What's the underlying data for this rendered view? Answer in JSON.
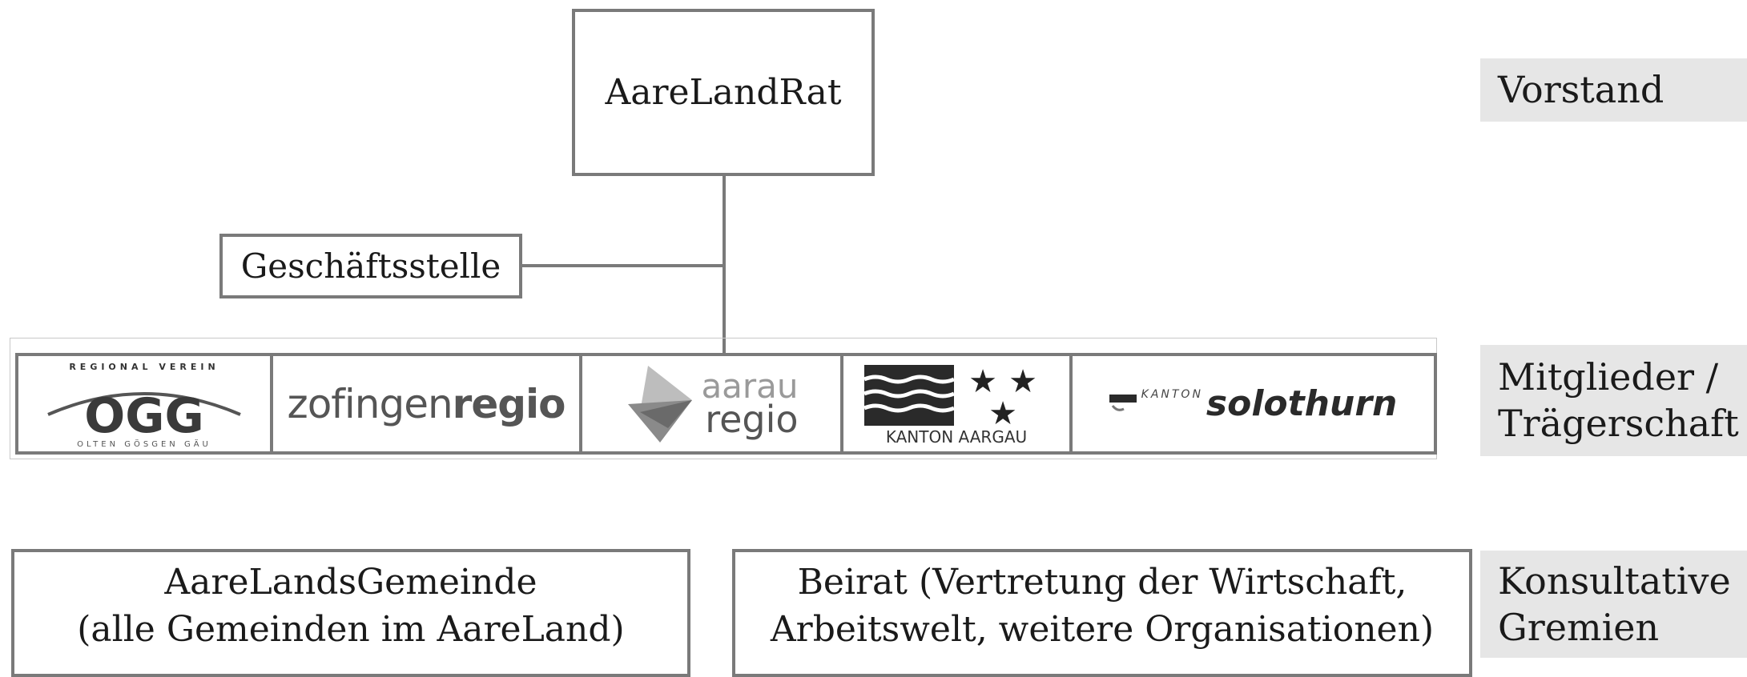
{
  "top_node": {
    "label": "AareLandRat"
  },
  "office_node": {
    "label": "Geschäftsstelle"
  },
  "members": {
    "logos": [
      {
        "name": "ogg",
        "top_text": "REGIONAL VEREIN",
        "main_text": "OGG",
        "bottom_text": "OLTEN GÖSGEN GÄU"
      },
      {
        "name": "zofingenregio",
        "text_a": "zofingen",
        "text_b": "regio"
      },
      {
        "name": "aarauregio",
        "text_a": "aarau",
        "text_b": "regio"
      },
      {
        "name": "kanton-aargau",
        "text": "KANTON AARGAU"
      },
      {
        "name": "kanton-solothurn",
        "small": "KANTON",
        "text": "solothurn"
      }
    ]
  },
  "bottom_nodes": {
    "gemeinde": {
      "line1": "AareLandsGemeinde",
      "line2": "(alle Gemeinden im AareLand)"
    },
    "beirat": {
      "line1": "Beirat (Vertretung der Wirtschaft,",
      "line2": "Arbeitswelt, weitere Organisationen)"
    }
  },
  "side_labels": {
    "vorstand": "Vorstand",
    "mitglieder": {
      "line1": "Mitglieder /",
      "line2": "Trägerschaft"
    },
    "konsultative": {
      "line1": "Konsultative",
      "line2": "Gremien"
    }
  },
  "colors": {
    "border": "#7a7a7a",
    "label_bg": "#e6e6e6",
    "logo_gray": "#555555"
  }
}
